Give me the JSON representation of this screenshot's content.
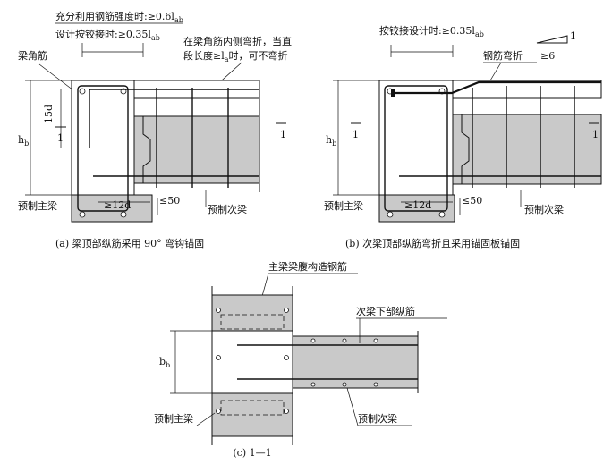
{
  "panel_a": {
    "full_strength_note": "充分利用钢筋强度时:≥0.6l",
    "full_strength_sub": "ab",
    "hinged_note": "设计按铰接时:≥0.35l",
    "hinged_sub": "ab",
    "bend_note_line1": "在梁角筋内侧弯折，当直",
    "bend_note_line2": "段长度≥l",
    "bend_note_sub": "a",
    "bend_note_line2b": "时，可不弯折",
    "corner_bar": "梁角筋",
    "hb": "h",
    "hb_sub": "b",
    "hook": "15d",
    "section_mark": "1",
    "anchor_len": "≥12d",
    "gap": "≤50",
    "main_beam": "预制主梁",
    "secondary_beam": "预制次梁",
    "caption": "(a) 梁顶部纵筋采用 90°  弯钩锚固"
  },
  "panel_b": {
    "hinged_note": "按铰接设计时:≥0.35l",
    "hinged_sub": "ab",
    "bend_label": "钢筋弯折",
    "slope": "≥6",
    "slope_one": "1",
    "hb": "h",
    "hb_sub": "b",
    "section_mark": "1",
    "anchor_len": "≥12d",
    "gap": "≤50",
    "main_beam": "预制主梁",
    "secondary_beam": "预制次梁",
    "caption": "(b) 次梁顶部纵筋弯折且采用锚固板锚固"
  },
  "panel_c": {
    "web_bar": "主梁梁腹构造钢筋",
    "bottom_bar": "次梁下部纵筋",
    "bb": "b",
    "bb_sub": "b",
    "main_beam": "预制主梁",
    "secondary_beam": "预制次梁",
    "caption": "(c) 1—1"
  }
}
